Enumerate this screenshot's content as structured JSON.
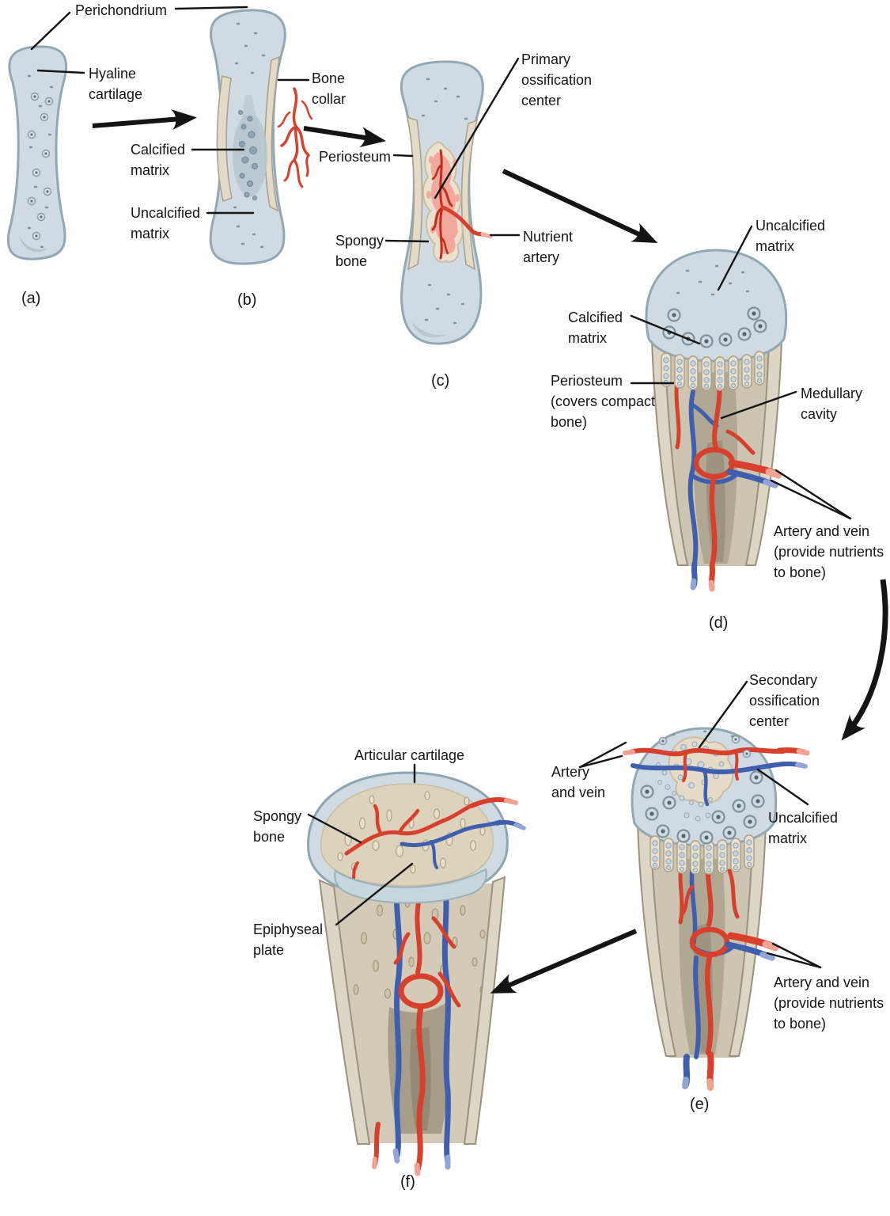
{
  "diagram": {
    "subject": "Endochondral ossification stages",
    "panel_a": {
      "caption": "(a)",
      "labels": {
        "perichondrium": "Perichondrium",
        "hyaline_cartilage": "Hyaline\ncartilage"
      }
    },
    "panel_b": {
      "caption": "(b)",
      "labels": {
        "bone_collar": "Bone\ncollar",
        "calcified_matrix": "Calcified\nmatrix",
        "uncalcified_matrix": "Uncalcified\nmatrix"
      }
    },
    "panel_c": {
      "caption": "(c)",
      "labels": {
        "primary_ossification_center": "Primary\nossification\ncenter",
        "periosteum": "Periosteum",
        "spongy_bone": "Spongy\nbone",
        "nutrient_artery": "Nutrient\nartery"
      }
    },
    "panel_d": {
      "caption": "(d)",
      "labels": {
        "uncalcified_matrix": "Uncalcified\nmatrix",
        "calcified_matrix": "Calcified\nmatrix",
        "periosteum_covers": "Periosteum\n(covers compact\nbone)",
        "medullary_cavity": "Medullary\ncavity",
        "artery_and_vein": "Artery and vein\n(provide nutrients\nto bone)"
      }
    },
    "panel_e": {
      "caption": "(e)",
      "labels": {
        "secondary_ossification_center": "Secondary\nossification\ncenter",
        "artery_and_vein": "Artery\nand vein",
        "uncalcified_matrix": "Uncalcified\nmatrix",
        "artery_and_vein_nutrients": "Artery and vein\n(provide nutrients\nto bone)"
      }
    },
    "panel_f": {
      "caption": "(f)",
      "labels": {
        "articular_cartilage": "Articular cartilage",
        "spongy_bone": "Spongy\nbone",
        "epiphyseal_plate": "Epiphyseal\nplate"
      }
    },
    "colors": {
      "cartilage_fill": "#cfdae2",
      "cartilage_border": "#92a8b4",
      "bone_collar_tan": "#e0d9c8",
      "shaft_interior": "#cdc5b2",
      "medullary_dark": "#9d9480",
      "artery_red": "#d6402c",
      "vein_blue": "#3f5fae",
      "label_text": "#151515"
    }
  }
}
